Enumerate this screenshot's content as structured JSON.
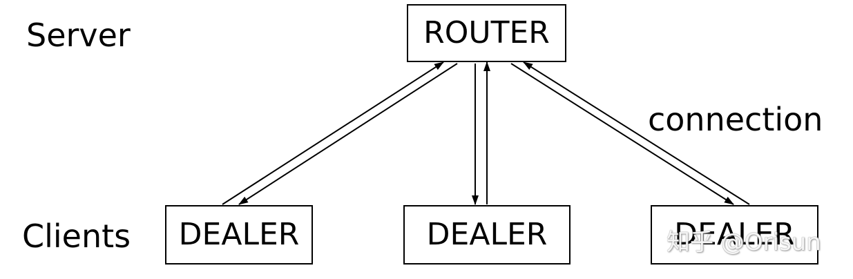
{
  "diagram": {
    "server_label": "Server",
    "clients_label": "Clients",
    "connection_label": "connection",
    "router": {
      "label": "ROUTER"
    },
    "dealers": [
      {
        "label": "DEALER"
      },
      {
        "label": "DEALER"
      },
      {
        "label": "DEALER"
      }
    ],
    "watermark": "知乎 @Orisun"
  },
  "colors": {
    "line": "#000000",
    "background": "#ffffff"
  }
}
